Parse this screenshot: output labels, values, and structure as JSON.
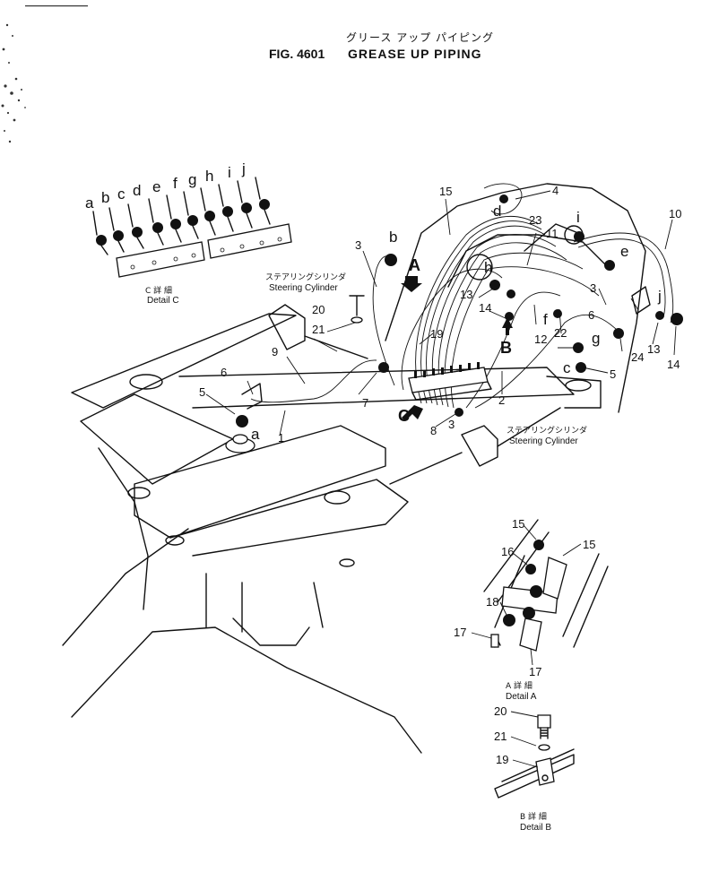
{
  "title": {
    "japanese": "グリース アップ パイピング",
    "figure": "FIG. 4601",
    "name": "GREASE UP PIPING"
  },
  "labels": {
    "steering_cylinder_jp": "ステアリングシリンダ",
    "steering_cylinder_en": "Steering Cylinder",
    "detail_c_jp": "C 詳 細",
    "detail_c_en": "Detail C",
    "detail_a_jp": "A 詳 細",
    "detail_a_en": "Detail A",
    "detail_b_jp": "B 詳 細",
    "detail_b_en": "Detail B"
  },
  "view_markers": {
    "a": "A",
    "b": "B",
    "c": "C"
  },
  "detail_c_letters": [
    "a",
    "b",
    "c",
    "d",
    "e",
    "f",
    "g",
    "h",
    "i",
    "j"
  ],
  "main_letters": {
    "a": "a",
    "b": "b",
    "c": "c",
    "d": "d",
    "e": "e",
    "f": "f",
    "g": "g",
    "h": "h",
    "i": "i",
    "j": "j"
  },
  "callouts": {
    "n1": "1",
    "n2": "2",
    "n3a": "3",
    "n3b": "3",
    "n3c": "3",
    "n4": "4",
    "n5a": "5",
    "n5b": "5",
    "n6a": "6",
    "n6b": "6",
    "n7": "7",
    "n8": "8",
    "n9": "9",
    "n10": "10",
    "n11": "11",
    "n12": "12",
    "n13a": "13",
    "n13b": "13",
    "n14a": "14",
    "n14b": "14",
    "n15": "15",
    "n19": "19",
    "n20": "20",
    "n21": "21",
    "n22": "22",
    "n23": "23",
    "n24": "24"
  },
  "detail_a_callouts": {
    "n15a": "15",
    "n15b": "15",
    "n16": "16",
    "n17a": "17",
    "n17b": "17",
    "n18": "18"
  },
  "detail_b_callouts": {
    "n20": "20",
    "n21": "21",
    "n19": "19"
  }
}
